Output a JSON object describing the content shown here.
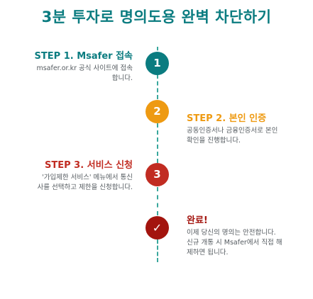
{
  "title": "3분 투자로 명의도용 완벽 차단하기",
  "colors": {
    "teal": "#0b7c80",
    "orange": "#ee9a12",
    "red": "#c12c22",
    "dark_red": "#a3140e"
  },
  "steps": [
    {
      "number": "1",
      "heading": "STEP 1. Msafer 접속",
      "desc_lines": [
        "msafer.or.kr 공식 사이트에 접속",
        "합니다."
      ]
    },
    {
      "number": "2",
      "heading": "STEP 2. 본인 인증",
      "desc_lines": [
        "공동인증서나 금융인증서로 본인",
        "확인을 진행합니다."
      ]
    },
    {
      "number": "3",
      "heading": "STEP 3. 서비스 신청",
      "desc_lines": [
        "'가입제한 서비스' 메뉴에서 통신",
        "사를 선택하고 제한을 신청합니다."
      ]
    },
    {
      "number": "✓",
      "heading": "완료!",
      "desc_lines": [
        "이제 당신의 명의는 안전합니다.",
        "신규 개통 시 Msafer에서 직접 해",
        "제하면 됩니다."
      ]
    }
  ]
}
